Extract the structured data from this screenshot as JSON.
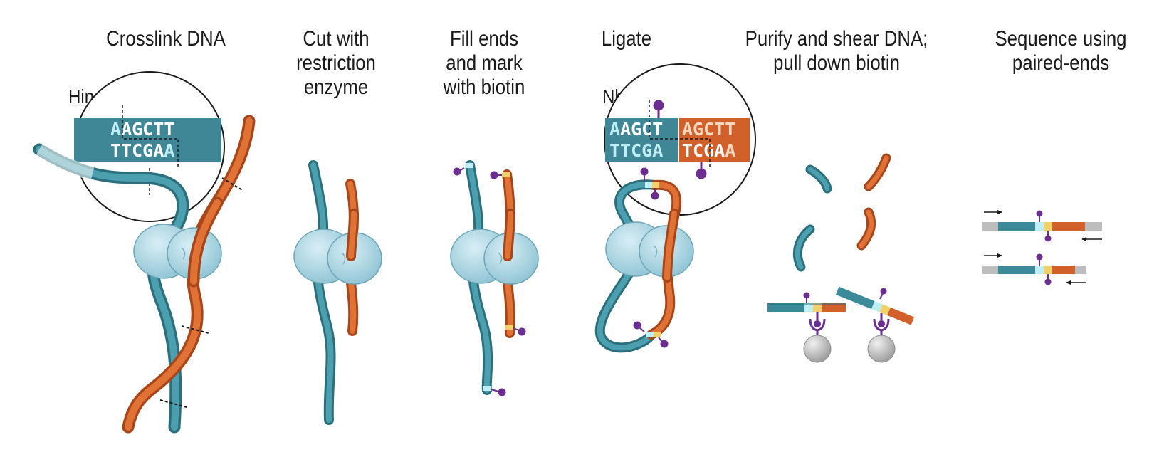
{
  "steps": [
    {
      "title": "Crosslink DNA"
    },
    {
      "title": "Cut with\nrestriction\nenzyme"
    },
    {
      "title": "Fill ends\nand mark\nwith biotin"
    },
    {
      "title": "Ligate"
    },
    {
      "title": "Purify and shear DNA;\npull down biotin"
    },
    {
      "title": "Sequence using\npaired-ends"
    }
  ],
  "enzymes": {
    "hindiii": "HindIII",
    "nhei": "NheI"
  },
  "sequences": {
    "hindiii_top": [
      "A",
      "AGCTT"
    ],
    "hindiii_bottom": [
      "TTCGA",
      "A"
    ],
    "nhei_top_left": [
      "A",
      "AGCT"
    ],
    "nhei_top_right": [
      "AGCTT"
    ],
    "nhei_bottom_left": [
      "TTCGA"
    ],
    "nhei_bottom_right": [
      "TCGA",
      "A"
    ]
  },
  "colors": {
    "strand_blue": "#3a8a99",
    "strand_orange": "#d2602a",
    "protein": "#a9d3e0",
    "biotin": "#6b2d8f",
    "bead": "#bdbdbd",
    "mark_cyan": "#bfeef5",
    "mark_yellow": "#f2d16b"
  }
}
